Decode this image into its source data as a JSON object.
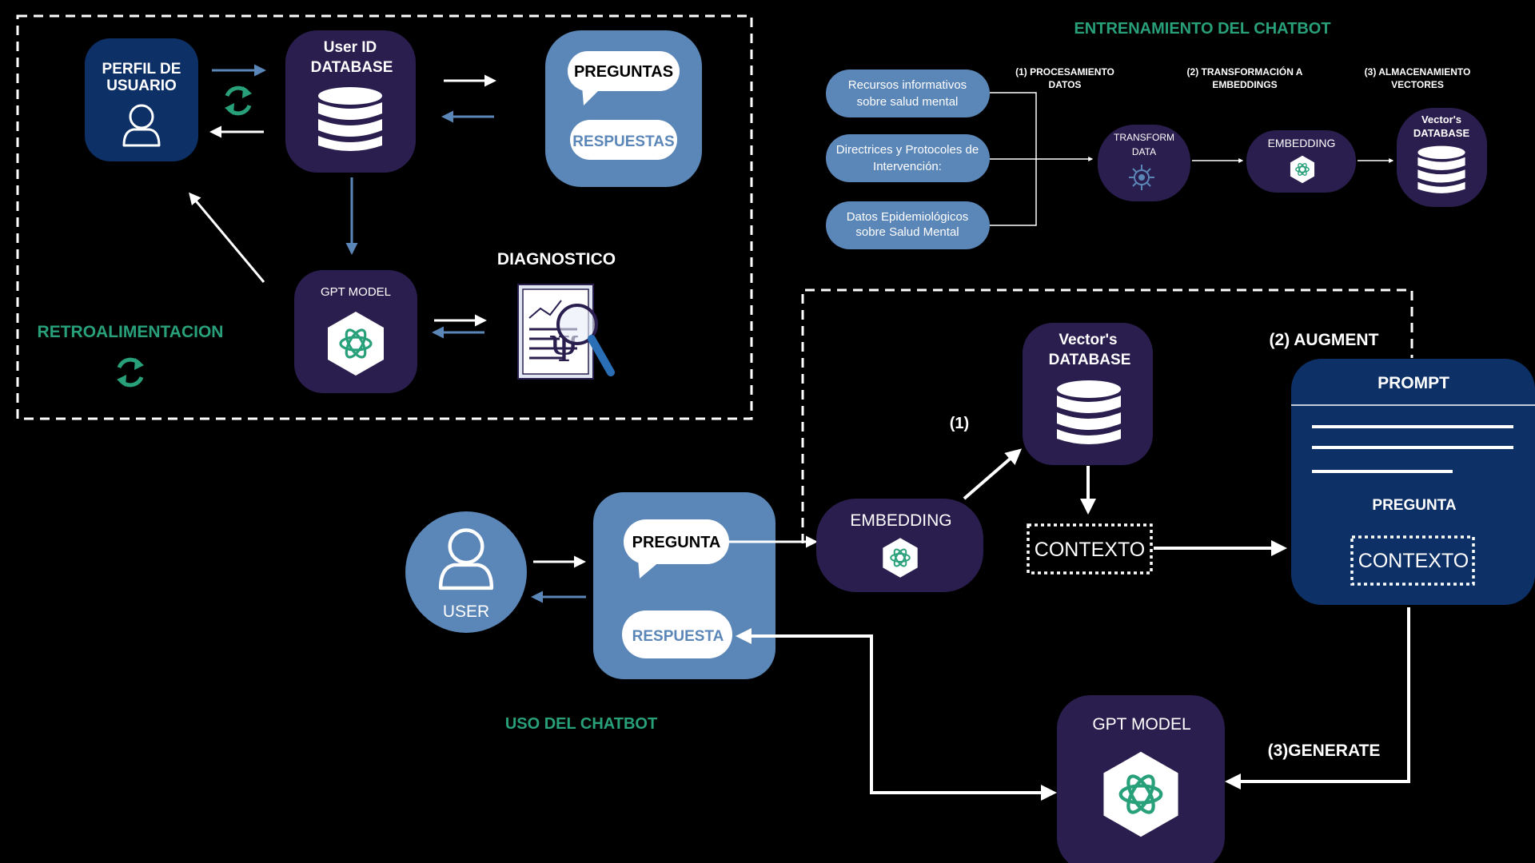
{
  "colors": {
    "background": "#000000",
    "dark_purple": "#2a1e4e",
    "light_blue": "#5b86b8",
    "navy": "#0d3066",
    "teal": "#28a07a",
    "white": "#ffffff"
  },
  "feedback_section": {
    "profile_label": "PERFIL DE USUARIO",
    "profile_line1": "PERFIL DE",
    "profile_line2": "USUARIO",
    "userid_line1": "User ID",
    "userid_line2": "DATABASE",
    "preguntas": "PREGUNTAS",
    "respuestas": "RESPUESTAS",
    "gpt_model": "GPT MODEL",
    "diagnostico": "DIAGNOSTICO",
    "retroalimentacion": "RETROALIMENTACION"
  },
  "training_section": {
    "title": "ENTRENAMIENTO DEL CHATBOT",
    "step1_line1": "(1) PROCESAMIENTO",
    "step1_line2": "DATOS",
    "step2_line1": "(2) TRANSFORMACIÓN A",
    "step2_line2": "EMBEDDINGS",
    "step3_line1": "(3) ALMACENAMIENTO",
    "step3_line2": "VECTORES",
    "sources": [
      {
        "line1": "Recursos informativos",
        "line2": "sobre salud mental"
      },
      {
        "line1": "Directrices y Protocoles de",
        "line2": "Intervención:"
      },
      {
        "line1": "Datos Epidemiológicos",
        "line2": "sobre Salud Mental"
      }
    ],
    "transform_line1": "TRANSFORM",
    "transform_line2": "DATA",
    "embedding": "EMBEDDING",
    "vector_line1": "Vector's",
    "vector_line2": "DATABASE"
  },
  "usage_section": {
    "title": "USO DEL CHATBOT",
    "user": "USER",
    "pregunta": "PREGUNTA",
    "respuesta": "RESPUESTA",
    "embedding": "EMBEDDING",
    "step1": "(1)",
    "vector_line1": "Vector's",
    "vector_line2": "DATABASE",
    "contexto": "CONTEXTO",
    "augment": "(2) AUGMENT",
    "prompt": "PROMPT",
    "prompt_pregunta": "PREGUNTA",
    "prompt_contexto": "CONTEXTO",
    "generate": "(3)GENERATE",
    "gpt_model": "GPT MODEL"
  }
}
